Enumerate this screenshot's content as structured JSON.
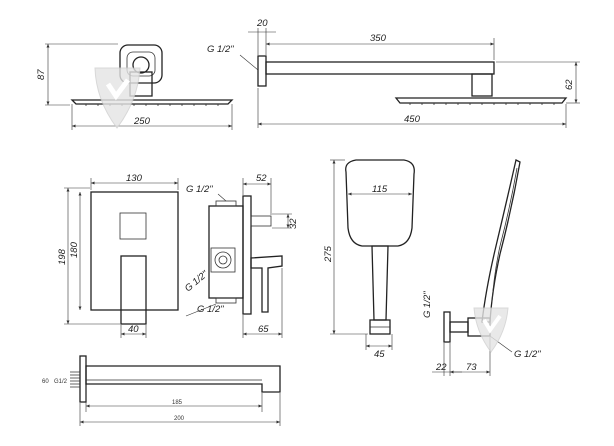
{
  "head_front": {
    "height": "87",
    "width": "250"
  },
  "arm_side": {
    "arm_len": "350",
    "thread": "G 1/2\"",
    "flange": "20",
    "total": "450",
    "drop": "62"
  },
  "mixer_front": {
    "width": "130",
    "height": "198",
    "inner": "180",
    "lever_w": "40"
  },
  "mixer_side": {
    "depth": "52",
    "thread_top": "G 1/2\"",
    "thread_mid": "G 1/2\"",
    "thread_bot": "G 1/2\"",
    "port": "32",
    "lever": "65"
  },
  "hand_shower": {
    "head_w": "115",
    "length": "275",
    "base_w": "45"
  },
  "holder": {
    "thread": "G 1/2\"",
    "thread2": "G 1/2\"",
    "offset": "22",
    "reach": "73"
  },
  "spout": {
    "thread": "G1/2",
    "size": "60",
    "inner": "185",
    "total": "200"
  },
  "colors": {
    "line": "#222222",
    "watermark": "#e4e4e4"
  },
  "icons": {
    "watermark": "droplet-check-logo-icon"
  }
}
